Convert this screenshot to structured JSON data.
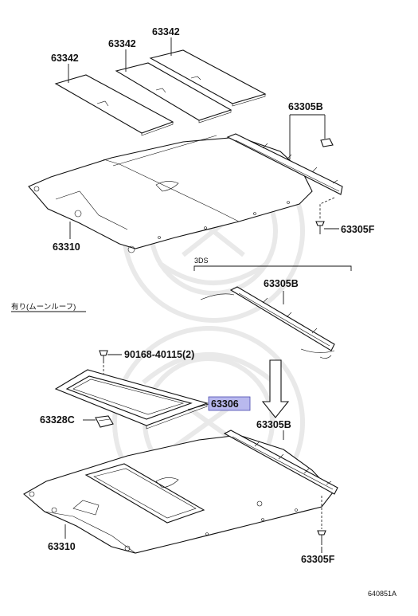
{
  "callouts": {
    "pad_right": "63342",
    "pad_middle": "63342",
    "pad_left": "63342",
    "rail_top": "63305B",
    "fastener_top": "63305F",
    "headlining_top": "63310",
    "variant_code": "3DS",
    "rail_3ds": "63305B",
    "sunroof_note": "有り(ムーンルーフ)",
    "screw": "90168-40115(2)",
    "frame_highlighted": "63306",
    "clip": "63328C",
    "rail_bottom": "63305B",
    "headlining_bottom": "63310",
    "fastener_bottom": "63305F"
  },
  "diagram_id": "640851A",
  "highlight_color": "#b9b9ee"
}
